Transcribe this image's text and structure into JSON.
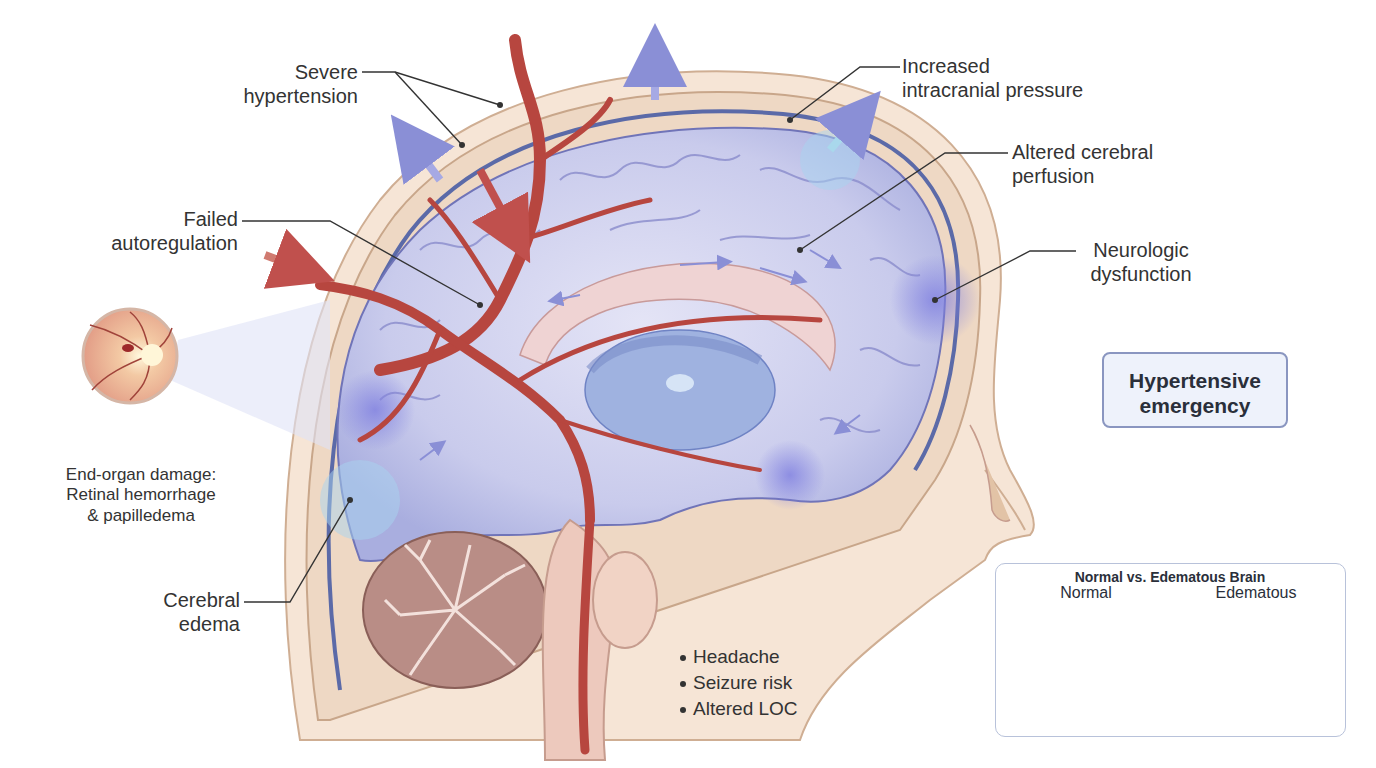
{
  "diagram": {
    "nodes": [
      {
        "text": [
          "Hypertensive emergency"
        ]
      },
      {
        "text": [
          "Normal vs. Edematous Brain",
          "Normal",
          "Edematous"
        ]
      }
    ],
    "labels": [
      "Severe hypertension",
      "Increased intracranial pressure",
      "Failed autoregulation",
      "Altered cerebral perfusion",
      "Neurologic dysfunction",
      "End-organ damage: Retinal hemorrhage & papilledema",
      "Cerebral edema",
      "Headache",
      "Seizure risk",
      "Altered LOC"
    ]
  }
}
